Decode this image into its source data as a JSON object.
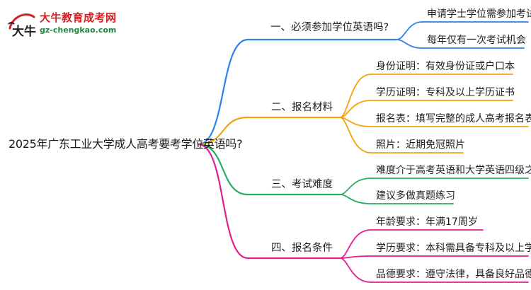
{
  "logo": {
    "title": "大牛教育成考网",
    "url": "gz-chengkao.com",
    "mark_text": "大牛"
  },
  "root": {
    "label": "2025年广东工业大学成人高考要考学位英语吗?"
  },
  "colors": {
    "b1": "#2f80ed",
    "b2": "#f2a30f",
    "b3": "#27ae60",
    "b4": "#e0208f"
  },
  "branches": [
    {
      "label": "一、必须参加学位英语吗?",
      "children": [
        "申请学士学位需参加考试",
        "每年仅有一次考试机会"
      ]
    },
    {
      "label": "二、报名材料",
      "children": [
        "身份证明：有效身份证或户口本",
        "学历证明：专科及以上学历证书",
        "报名表：填写完整的成人高考报名表",
        "照片：近期免冠照片"
      ]
    },
    {
      "label": "三、考试难度",
      "children": [
        "难度介于高考英语和大学英语四级之间",
        "建议多做真题练习"
      ]
    },
    {
      "label": "四、报名条件",
      "children": [
        "年龄要求：年满17周岁",
        "学历要求：本科需具备专科及以上学历",
        "品德要求：遵守法律，具备良好品德"
      ]
    }
  ]
}
